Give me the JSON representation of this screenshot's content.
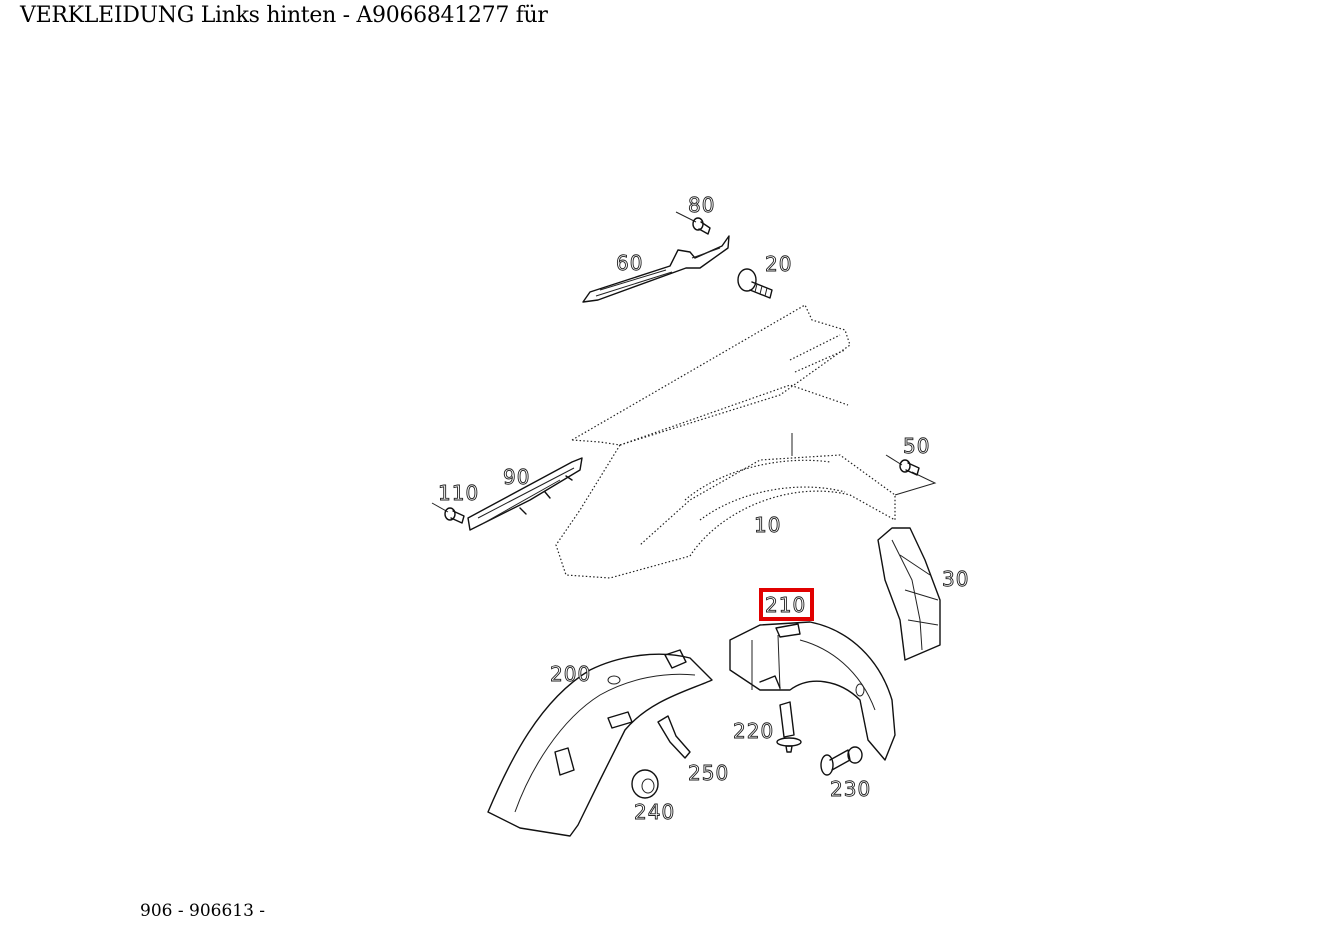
{
  "title": "VERKLEIDUNG Links hinten - A9066841277 für",
  "footer": "906 - 906613 -",
  "highlight_color": "#e10000",
  "highlighted_part": "210",
  "labels": {
    "p80": "80",
    "p60": "60",
    "p20": "20",
    "p50": "50",
    "p110": "110",
    "p90": "90",
    "p10": "10",
    "p30": "30",
    "p210": "210",
    "p200": "200",
    "p220": "220",
    "p250": "250",
    "p240": "240",
    "p230": "230"
  }
}
